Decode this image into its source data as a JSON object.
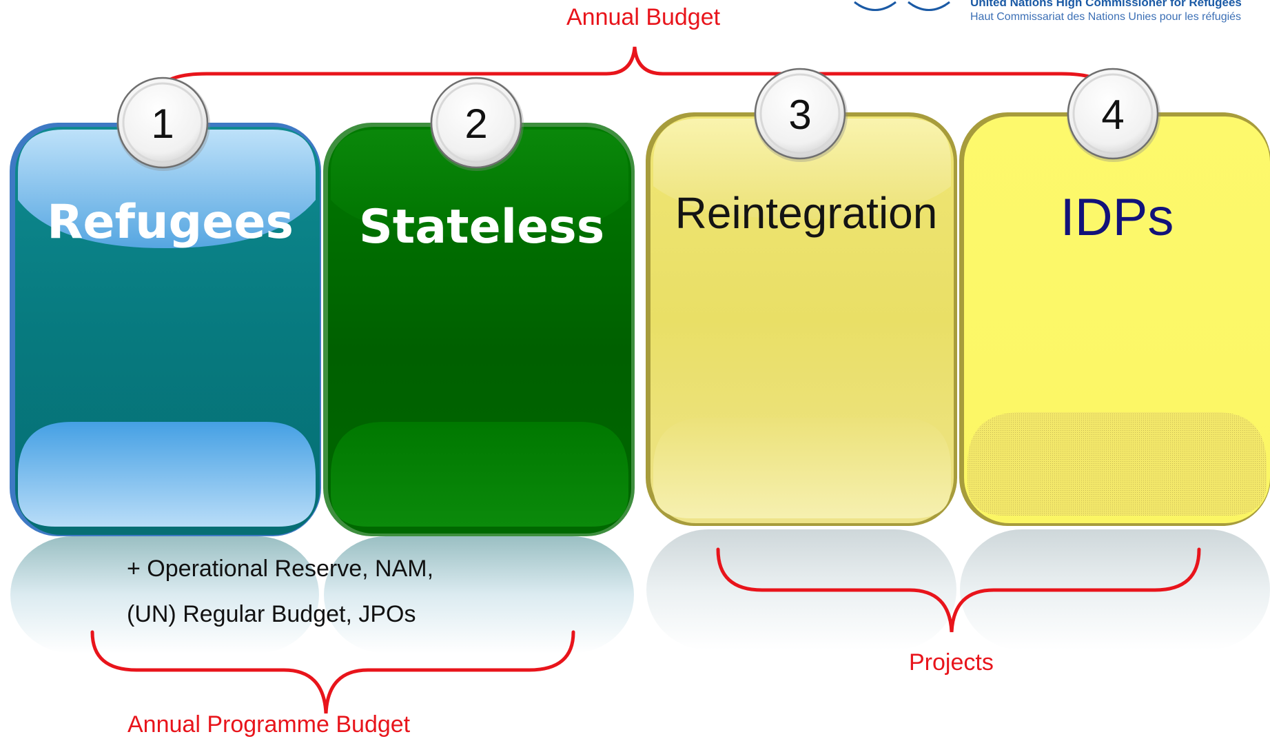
{
  "header": {
    "org_name_en": "United Nations High Commissioner for Refugees",
    "org_name_fr": "Haut Commissariat des Nations Unies pour les réfugiés"
  },
  "annotations": {
    "annual_budget": "Annual Budget",
    "annual_programme_budget": "Annual Programme Budget",
    "projects": "Projects"
  },
  "pillars": [
    {
      "number": "1",
      "title": "Refugees",
      "color": "#07787e"
    },
    {
      "number": "2",
      "title": "Stateless",
      "color": "#006400"
    },
    {
      "number": "3",
      "title": "Reintegration",
      "color": "#ebe06a"
    },
    {
      "number": "4",
      "title": "IDPs",
      "color": "#fbf76a"
    }
  ],
  "notes": {
    "line1": "+ Operational Reserve, NAM,",
    "line2": "(UN) Regular Budget, JPOs"
  },
  "colors": {
    "accent_red": "#e8141b",
    "title_navy": "#12127a"
  }
}
